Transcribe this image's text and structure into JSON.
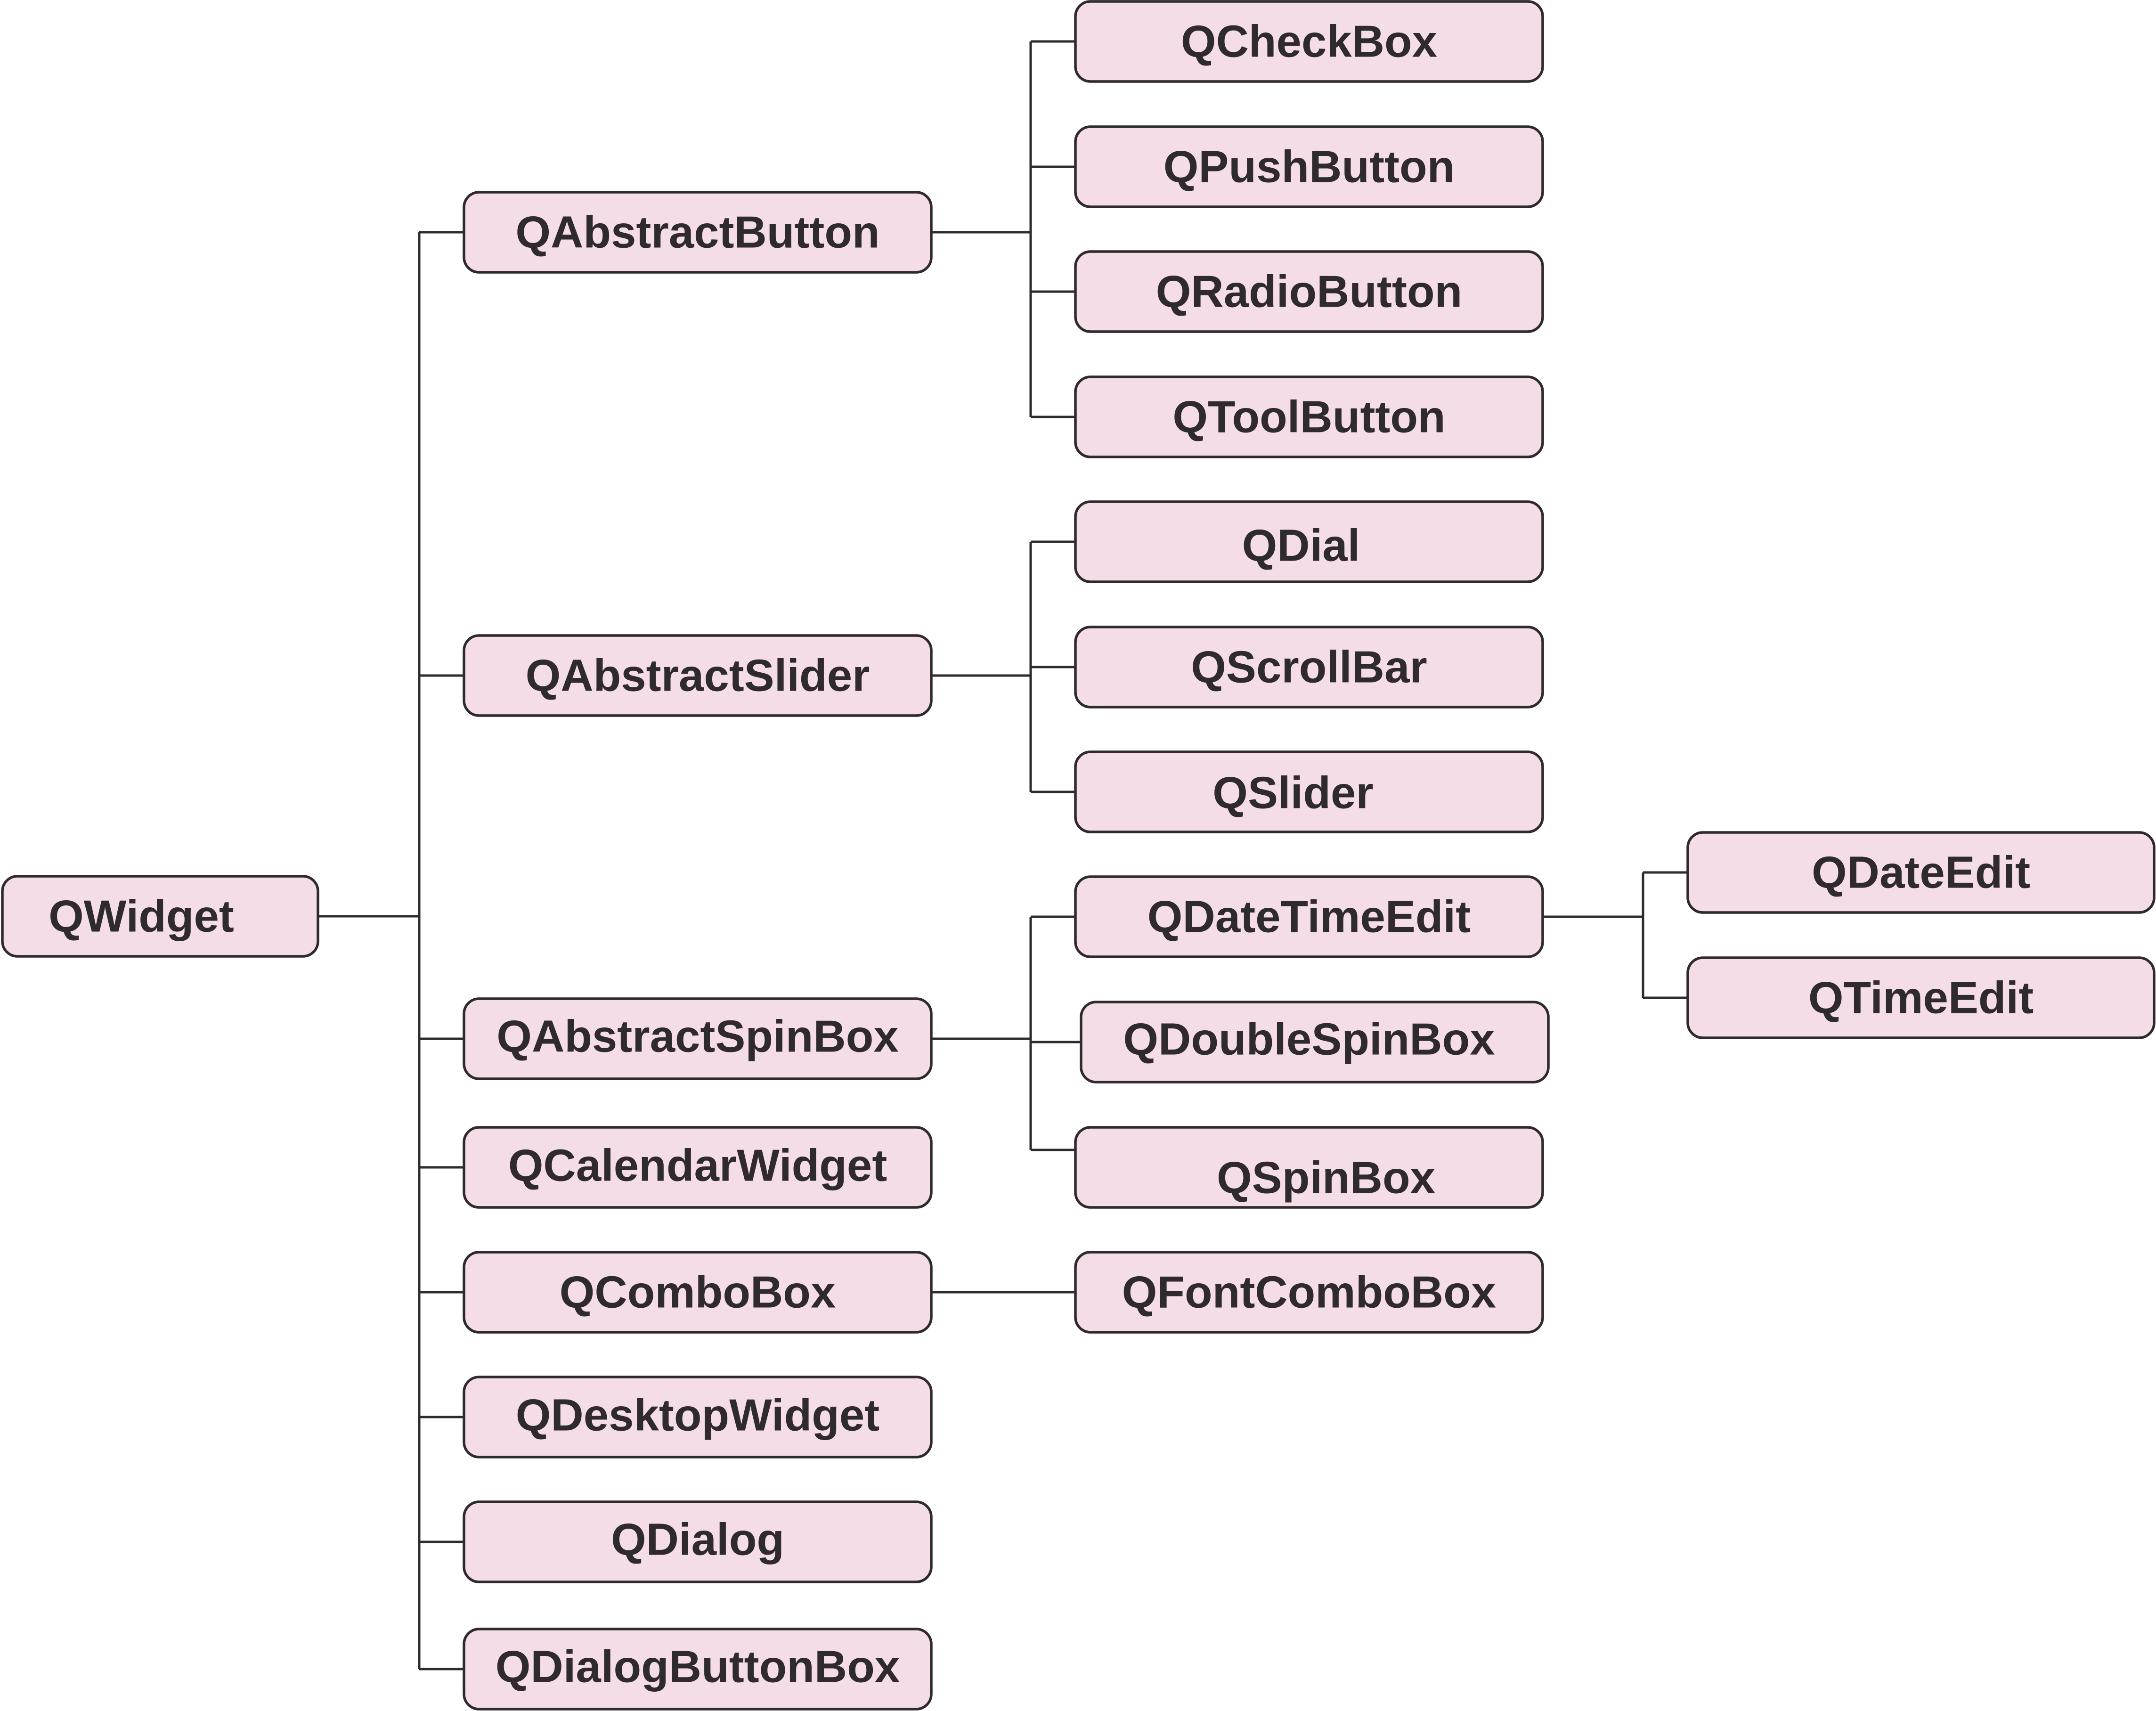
{
  "diagram": {
    "type": "class hierarchy tree",
    "colors": {
      "node_fill": "#f5dde7",
      "node_border": "#2f2a2e",
      "text": "#2f2a2e",
      "line": "#2f2a2e"
    },
    "nodes": {
      "qwidget": "QWidget",
      "qabstractbutton": "QAbstractButton",
      "qabstractslider": "QAbstractSlider",
      "qabstractspinbox": "QAbstractSpinBox",
      "qcalendarwidget": "QCalendarWidget",
      "qcombobox": "QComboBox",
      "qdesktopwidget": "QDesktopWidget",
      "qdialog": "QDialog",
      "qdialogbuttonbox": "QDialogButtonBox",
      "qcheckbox": "QCheckBox",
      "qpushbutton": "QPushButton",
      "qradiobutton": "QRadioButton",
      "qtoolbutton": "QToolButton",
      "qdial": "QDial",
      "qscrollbar": "QScrollBar",
      "qslider": "QSlider",
      "qdatetimeedit": "QDateTimeEdit",
      "qdoublespinbox": "QDoubleSpinBox",
      "qspinbox": "QSpinBox",
      "qfontcombobox": "QFontComboBox",
      "qdateedit": "QDateEdit",
      "qtimeedit": "QTimeEdit"
    },
    "edges": [
      [
        "qwidget",
        "qabstractbutton"
      ],
      [
        "qwidget",
        "qabstractslider"
      ],
      [
        "qwidget",
        "qabstractspinbox"
      ],
      [
        "qwidget",
        "qcalendarwidget"
      ],
      [
        "qwidget",
        "qcombobox"
      ],
      [
        "qwidget",
        "qdesktopwidget"
      ],
      [
        "qwidget",
        "qdialog"
      ],
      [
        "qwidget",
        "qdialogbuttonbox"
      ],
      [
        "qabstractbutton",
        "qcheckbox"
      ],
      [
        "qabstractbutton",
        "qpushbutton"
      ],
      [
        "qabstractbutton",
        "qradiobutton"
      ],
      [
        "qabstractbutton",
        "qtoolbutton"
      ],
      [
        "qabstractslider",
        "qdial"
      ],
      [
        "qabstractslider",
        "qscrollbar"
      ],
      [
        "qabstractslider",
        "qslider"
      ],
      [
        "qabstractspinbox",
        "qdatetimeedit"
      ],
      [
        "qabstractspinbox",
        "qdoublespinbox"
      ],
      [
        "qabstractspinbox",
        "qspinbox"
      ],
      [
        "qcombobox",
        "qfontcombobox"
      ],
      [
        "qdatetimeedit",
        "qdateedit"
      ],
      [
        "qdatetimeedit",
        "qtimeedit"
      ]
    ]
  }
}
